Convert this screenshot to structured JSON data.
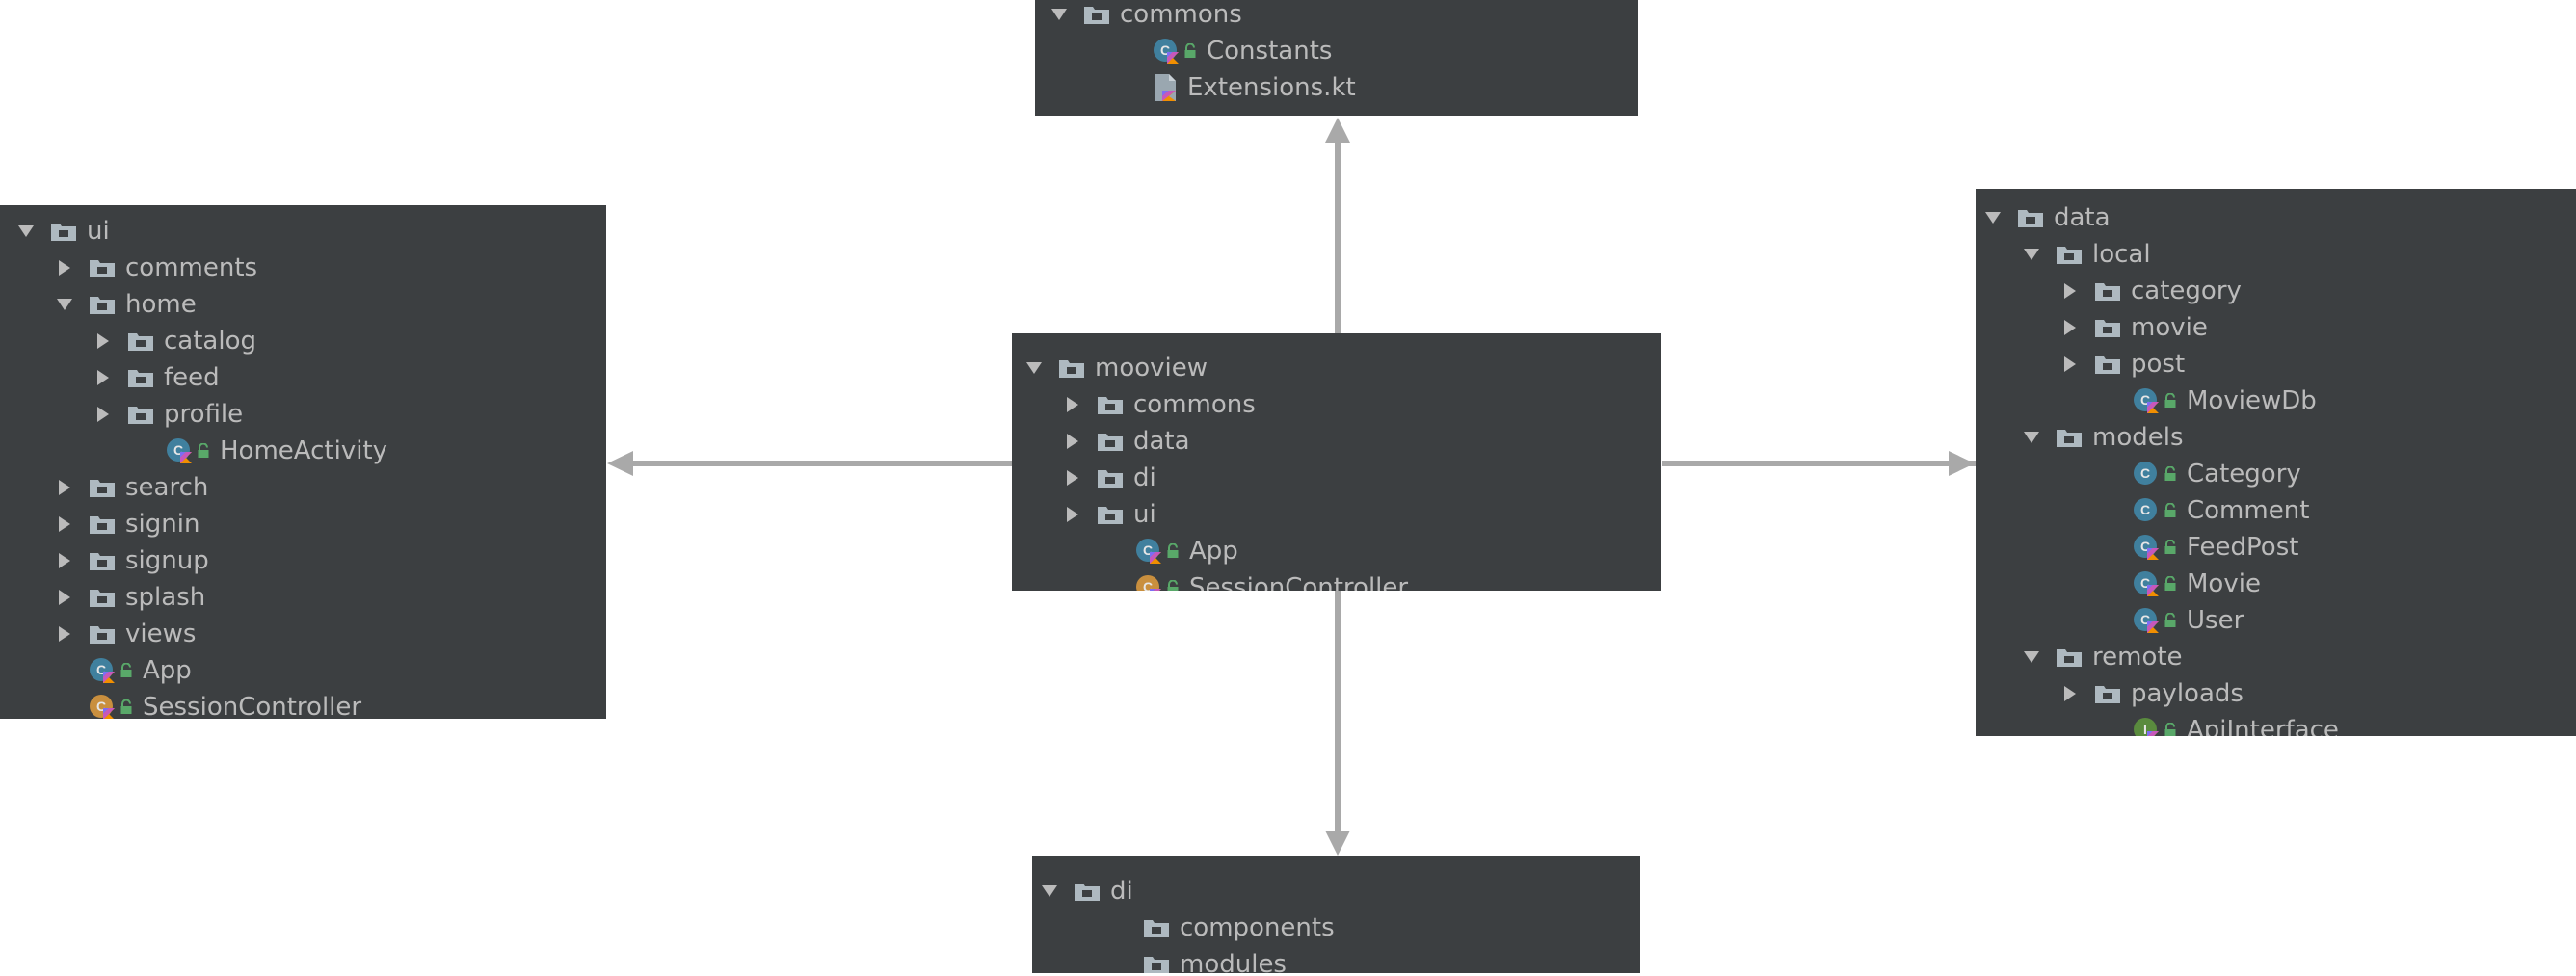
{
  "panels": {
    "commons": {
      "rows": [
        {
          "label": "commons",
          "type": "folder",
          "toggle": "expanded",
          "level": 0
        },
        {
          "label": "Constants",
          "type": "kotlin-class",
          "level": 2
        },
        {
          "label": "Extensions.kt",
          "type": "kotlin-file",
          "level": 2
        }
      ]
    },
    "ui": {
      "rows": [
        {
          "label": "ui",
          "type": "folder",
          "toggle": "expanded",
          "level": 0
        },
        {
          "label": "comments",
          "type": "folder",
          "toggle": "collapsed",
          "level": 1
        },
        {
          "label": "home",
          "type": "folder",
          "toggle": "expanded",
          "level": 1
        },
        {
          "label": "catalog",
          "type": "folder",
          "toggle": "collapsed",
          "level": 2
        },
        {
          "label": "feed",
          "type": "folder",
          "toggle": "collapsed",
          "level": 2
        },
        {
          "label": "profile",
          "type": "folder",
          "toggle": "collapsed",
          "level": 2
        },
        {
          "label": "HomeActivity",
          "type": "kotlin-class",
          "level": 3
        },
        {
          "label": "search",
          "type": "folder",
          "toggle": "collapsed",
          "level": 1
        },
        {
          "label": "signin",
          "type": "folder",
          "toggle": "collapsed",
          "level": 1
        },
        {
          "label": "signup",
          "type": "folder",
          "toggle": "collapsed",
          "level": 1
        },
        {
          "label": "splash",
          "type": "folder",
          "toggle": "collapsed",
          "level": 1
        },
        {
          "label": "views",
          "type": "folder",
          "toggle": "collapsed",
          "level": 1
        },
        {
          "label": "App",
          "type": "kotlin-class",
          "level": 1
        },
        {
          "label": "SessionController",
          "type": "kotlin-object",
          "level": 1
        }
      ]
    },
    "mooview": {
      "rows": [
        {
          "label": "mooview",
          "type": "folder",
          "toggle": "expanded",
          "level": 0
        },
        {
          "label": "commons",
          "type": "folder",
          "toggle": "collapsed",
          "level": 1
        },
        {
          "label": "data",
          "type": "folder",
          "toggle": "collapsed",
          "level": 1
        },
        {
          "label": "di",
          "type": "folder",
          "toggle": "collapsed",
          "level": 1
        },
        {
          "label": "ui",
          "type": "folder",
          "toggle": "collapsed",
          "level": 1
        },
        {
          "label": "App",
          "type": "kotlin-class",
          "level": 2
        },
        {
          "label": "SessionController",
          "type": "kotlin-object",
          "level": 2
        }
      ]
    },
    "data": {
      "rows": [
        {
          "label": "data",
          "type": "folder",
          "toggle": "expanded",
          "level": 0
        },
        {
          "label": "local",
          "type": "folder",
          "toggle": "expanded",
          "level": 1
        },
        {
          "label": "category",
          "type": "folder",
          "toggle": "collapsed",
          "level": 2
        },
        {
          "label": "movie",
          "type": "folder",
          "toggle": "collapsed",
          "level": 2
        },
        {
          "label": "post",
          "type": "folder",
          "toggle": "collapsed",
          "level": 2
        },
        {
          "label": "MoviewDb",
          "type": "kotlin-class",
          "level": 3
        },
        {
          "label": "models",
          "type": "folder",
          "toggle": "expanded",
          "level": 1
        },
        {
          "label": "Category",
          "type": "class",
          "level": 3
        },
        {
          "label": "Comment",
          "type": "class",
          "level": 3
        },
        {
          "label": "FeedPost",
          "type": "kotlin-class",
          "level": 3
        },
        {
          "label": "Movie",
          "type": "kotlin-class",
          "level": 3
        },
        {
          "label": "User",
          "type": "kotlin-class",
          "level": 3
        },
        {
          "label": "remote",
          "type": "folder",
          "toggle": "expanded",
          "level": 1
        },
        {
          "label": "payloads",
          "type": "folder",
          "toggle": "collapsed",
          "level": 2
        },
        {
          "label": "ApiInterface",
          "type": "kotlin-interface",
          "level": 3
        }
      ]
    },
    "di": {
      "rows": [
        {
          "label": "di",
          "type": "folder",
          "toggle": "expanded",
          "level": 0
        },
        {
          "label": "components",
          "type": "folder",
          "level": 2
        },
        {
          "label": "modules",
          "type": "folder",
          "level": 2
        }
      ]
    }
  },
  "colors": {
    "panel_bg": "#3c3f41",
    "text": "#bbbbbb",
    "arrow": "#a9a9a9",
    "folder": "#aeb9c0",
    "class_blue": "#40809e",
    "object_orange": "#c98f3e",
    "interface_green": "#5a8b3e",
    "lock_green": "#59a869"
  }
}
